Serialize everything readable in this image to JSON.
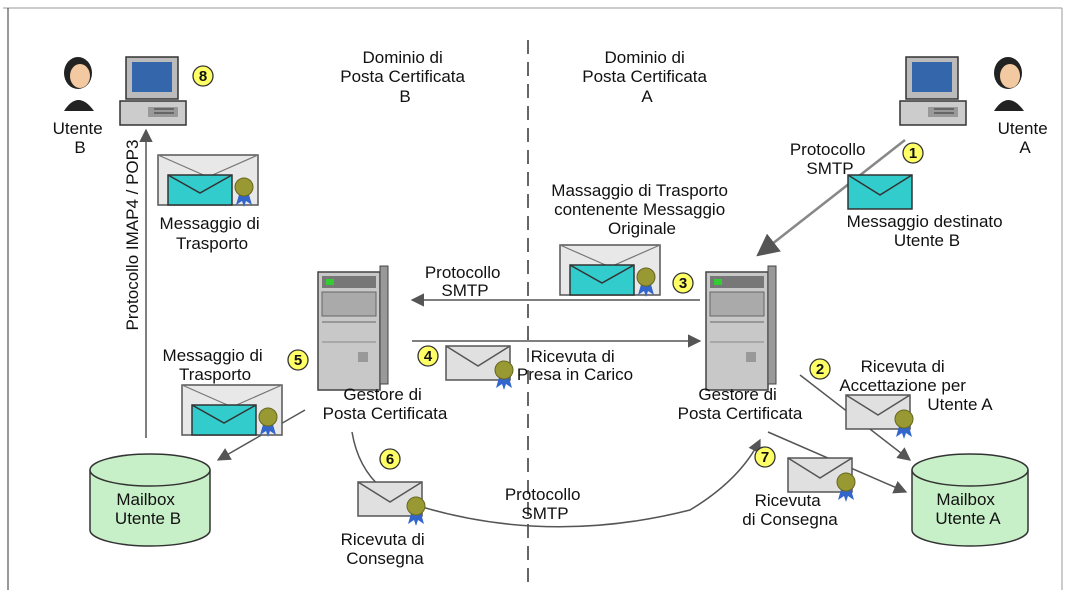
{
  "domains": {
    "b": [
      "Dominio di",
      "Posta Certificata",
      "B"
    ],
    "a": [
      "Dominio di",
      "Posta Certificata",
      "A"
    ]
  },
  "users": {
    "b": [
      "Utente",
      "B"
    ],
    "a": [
      "Utente",
      "A"
    ]
  },
  "servers": {
    "b": [
      "Gestore di",
      "Posta Certificata"
    ],
    "a": [
      "Gestore di",
      "Posta Certificata"
    ]
  },
  "mailboxes": {
    "b": [
      "Mailbox",
      "Utente B"
    ],
    "a": [
      "Mailbox",
      "Utente A"
    ]
  },
  "protocols": {
    "imap": "Protocollo IMAP4 / POP3",
    "smtp_a": [
      "Protocollo",
      "SMTP"
    ],
    "smtp_ab": [
      "Protocollo",
      "SMTP"
    ],
    "smtp_bottom": [
      "Protocollo",
      "SMTP"
    ]
  },
  "messages": {
    "destinato": [
      "Messaggio destinato",
      "Utente B"
    ],
    "trasporto_top": [
      "Massaggio di Trasporto",
      "contenente Messaggio",
      "Originale"
    ],
    "trasporto_b_top": [
      "Messaggio di",
      "Trasporto"
    ],
    "trasporto_b_mid": [
      "Messaggio di",
      "Trasporto"
    ],
    "presa_in_carico": [
      "Ricevuta di",
      "Presa in Carico"
    ],
    "accettazione": [
      "Ricevuta di",
      "Accettazione per",
      "Utente A"
    ],
    "consegna_b": [
      "Ricevuta di",
      "Consegna"
    ],
    "consegna_a": [
      "Ricevuta",
      "di Consegna"
    ]
  },
  "steps": [
    "1",
    "2",
    "3",
    "4",
    "5",
    "6",
    "7",
    "8"
  ],
  "colors": {
    "envelope": "#33cccc",
    "envelope_plain": "#e0e0e0",
    "badge": "#ffff66",
    "mailbox": "#c8f0c8",
    "seal": "#999933",
    "ribbon": "#3366cc"
  }
}
